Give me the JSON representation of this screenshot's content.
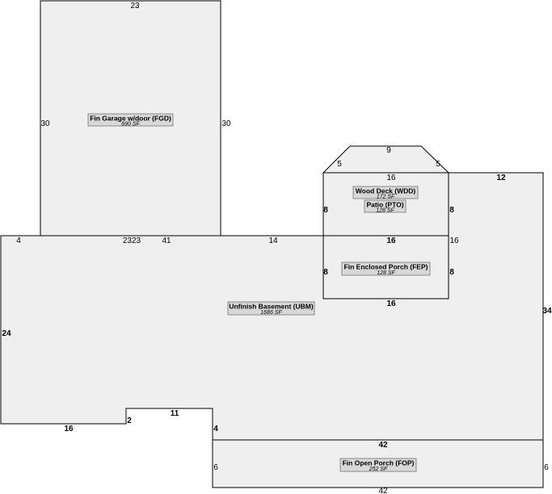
{
  "areas": {
    "garage": {
      "name": "Fin Garage w/door (FGD)",
      "sf": "690 SF"
    },
    "deck": {
      "name": "Wood Deck (WDD)",
      "sf": "172 SF"
    },
    "patio": {
      "name": "Patio (PTO)",
      "sf": "128 SF"
    },
    "porch": {
      "name": "Fin Enclosed Porch (FEP)",
      "sf": "128 SF"
    },
    "basement": {
      "name": "Unfinish Basement (UBM)",
      "sf": "1686 SF"
    },
    "openporch": {
      "name": "Fin Open Porch (FOP)",
      "sf": "252 SF"
    }
  },
  "dimensions": {
    "garage_top": "23",
    "garage_left": "30",
    "garage_right": "30",
    "garage_bottom": "2323",
    "deck_top": "9",
    "deck_diag_left": "5",
    "deck_diag_right": "5",
    "deck_width": "16",
    "deck_left": "8",
    "deck_right": "8",
    "porch_top": "16",
    "porch_bottom": "16",
    "porch_left": "8",
    "porch_right": "8",
    "porch_right_outer": "16",
    "right_top": "12",
    "right_side": "34",
    "base_top_left": "4",
    "base_top_41": "41",
    "base_top_14": "14",
    "base_left": "24",
    "base_bottom_left": "16",
    "notch_2": "2",
    "notch_11": "11",
    "notch_4": "4",
    "fop_top": "42",
    "fop_left": "6",
    "fop_right": "6",
    "fop_bottom": "42"
  }
}
